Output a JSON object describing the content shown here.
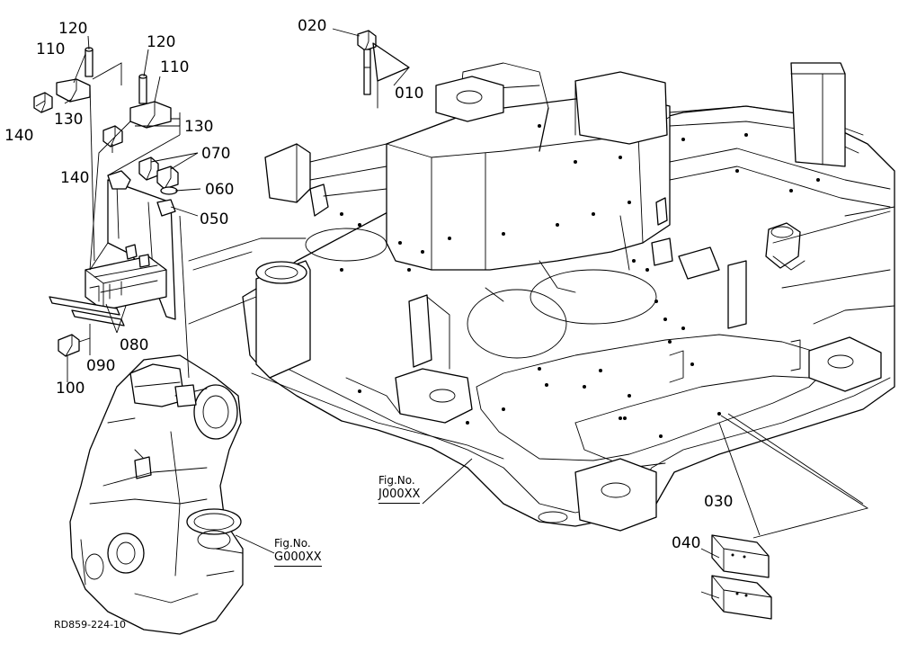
{
  "callouts": [
    {
      "id": "p120a",
      "text": "120"
    },
    {
      "id": "p110a",
      "text": "110"
    },
    {
      "id": "p130a",
      "text": "130"
    },
    {
      "id": "p140a",
      "text": "140"
    },
    {
      "id": "p120b",
      "text": "120"
    },
    {
      "id": "p110b",
      "text": "110"
    },
    {
      "id": "p130b",
      "text": "130"
    },
    {
      "id": "p140b",
      "text": "140"
    },
    {
      "id": "p020",
      "text": "020"
    },
    {
      "id": "p010",
      "text": "010"
    },
    {
      "id": "p070",
      "text": "070"
    },
    {
      "id": "p060",
      "text": "060"
    },
    {
      "id": "p050",
      "text": "050"
    },
    {
      "id": "p080",
      "text": "080"
    },
    {
      "id": "p090",
      "text": "090"
    },
    {
      "id": "p100",
      "text": "100"
    },
    {
      "id": "p030",
      "text": "030"
    },
    {
      "id": "p040",
      "text": "040"
    }
  ],
  "figure_refs": [
    {
      "id": "ref-j",
      "label": "Fig.No.",
      "ref": "J000XX"
    },
    {
      "id": "ref-g",
      "label": "Fig.No.",
      "ref": "G000XX"
    }
  ],
  "drawing_code": "RD859-224-10"
}
